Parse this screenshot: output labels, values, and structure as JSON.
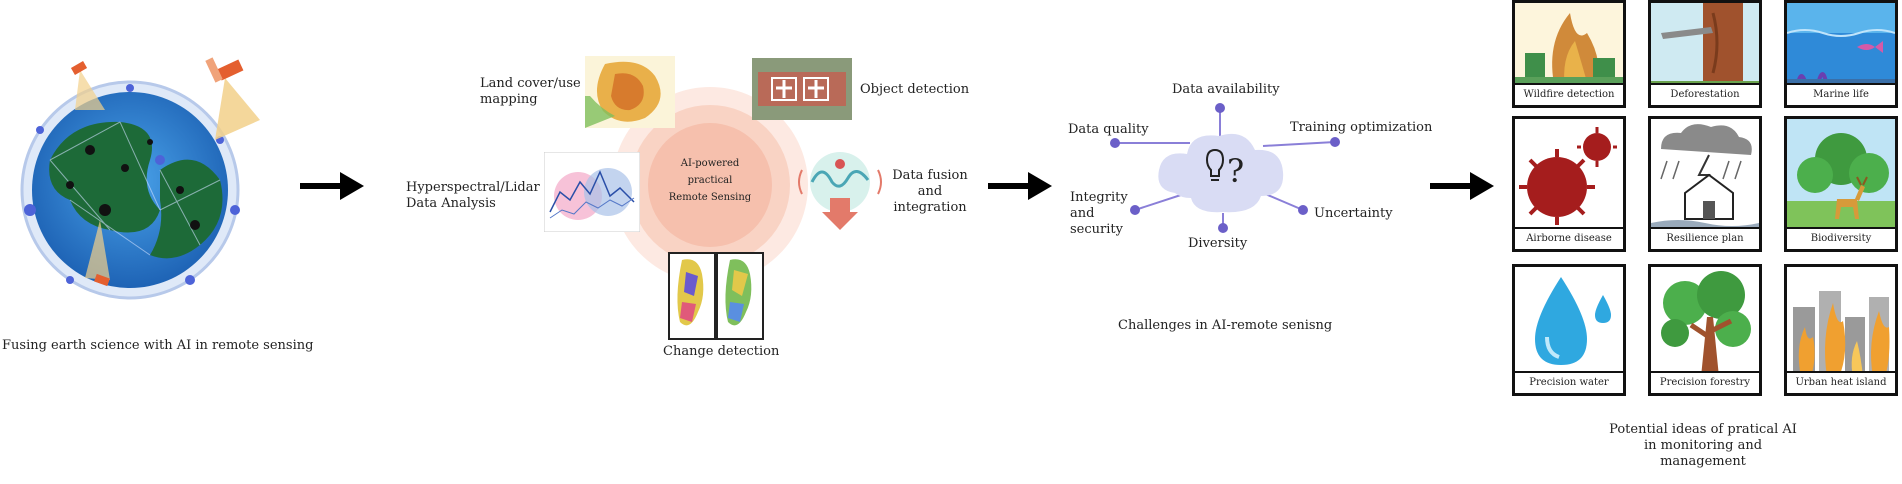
{
  "earth": {
    "caption": "Fusing earth science with AI in remote sensing"
  },
  "center_hub": {
    "title_line1": "AI-powered",
    "title_line2": "practical",
    "title_line3": "Remote Sensing",
    "land_cover_line1": "Land cover/use",
    "land_cover_line2": "mapping",
    "object_detection": "Object detection",
    "hyperspectral_line1": "Hyperspectral/Lidar",
    "hyperspectral_line2": "Data Analysis",
    "fusion_line1": "Data fusion",
    "fusion_line2": "and",
    "fusion_line3": "integration",
    "change_detection": "Change detection"
  },
  "challenges": {
    "caption": "Challenges in AI-remote senisng",
    "data_availability": "Data availability",
    "data_quality": "Data quality",
    "training_optimization": "Training optimization",
    "integrity_line1": "Integrity",
    "integrity_line2": "and",
    "integrity_line3": "security",
    "uncertainty": "Uncertainty",
    "diversity": "Diversity"
  },
  "ideas": {
    "caption_line1": "Potential ideas of pratical AI",
    "caption_line2": "in monitoring and",
    "caption_line3": "management",
    "panels": [
      {
        "label": "Wildfire detection"
      },
      {
        "label": "Deforestation"
      },
      {
        "label": "Marine life"
      },
      {
        "label": "Airborne disease"
      },
      {
        "label": "Resilience plan"
      },
      {
        "label": "Biodiversity"
      },
      {
        "label": "Precision water"
      },
      {
        "label": "Precision forestry"
      },
      {
        "label": "Urban heat island"
      }
    ]
  },
  "colors": {
    "arrow": "#000000",
    "ocean": "#2f7fd0",
    "land": "#1f6b3a",
    "node": "#6a5acd",
    "glow": "#f7c9b8"
  }
}
